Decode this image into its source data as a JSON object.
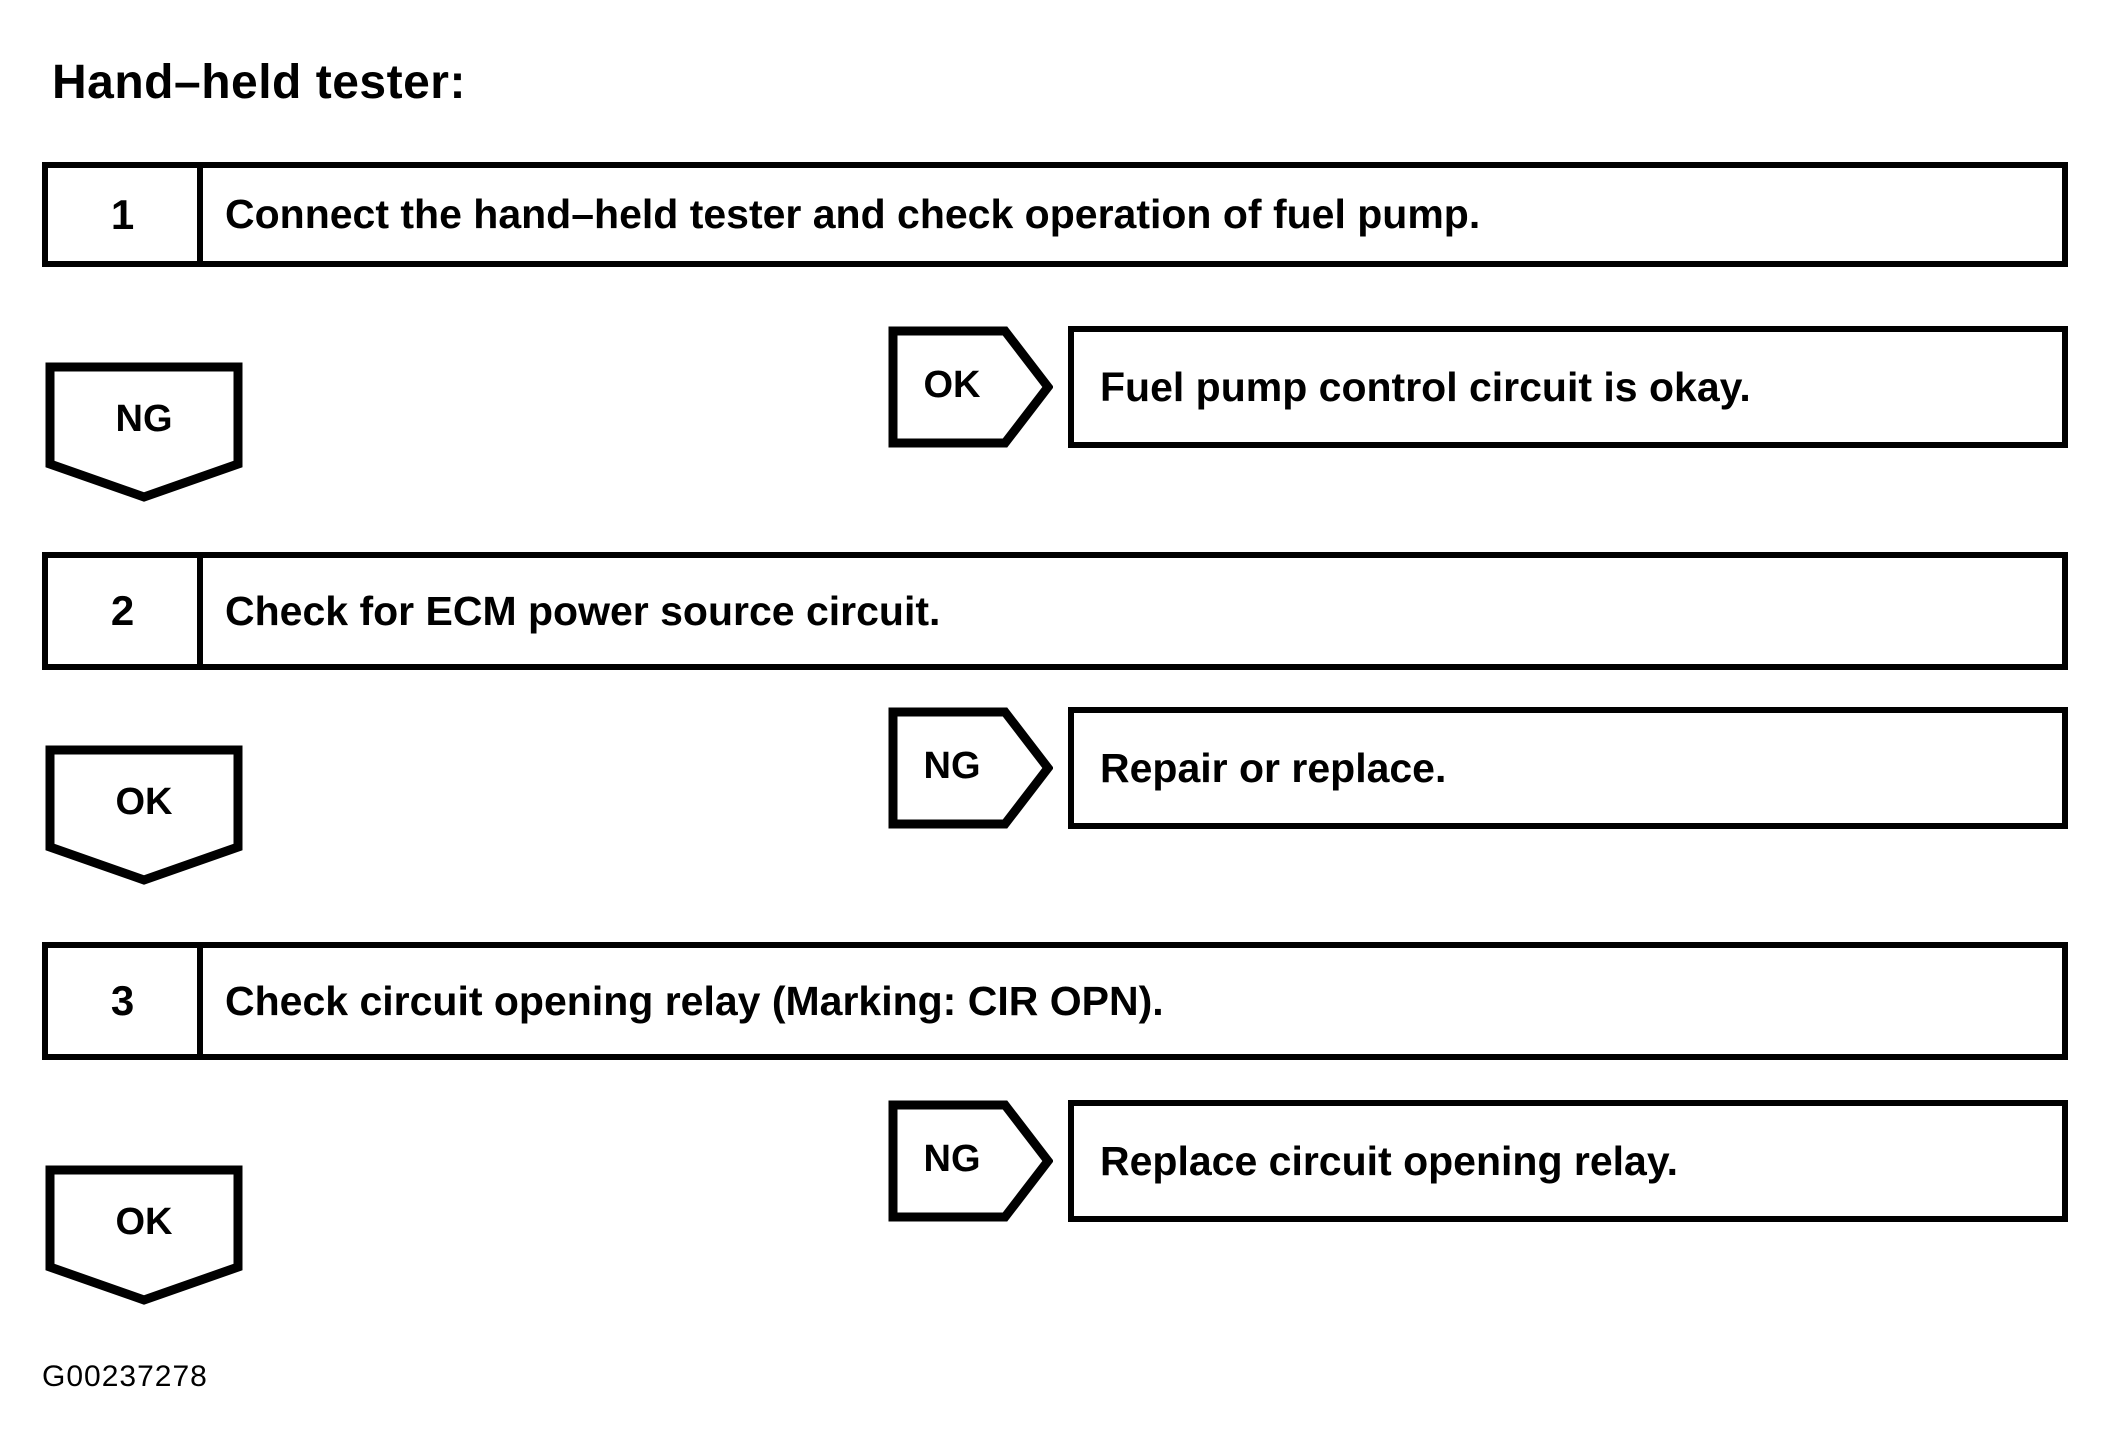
{
  "title": "Hand–held tester:",
  "reference_code": "G00237278",
  "colors": {
    "ink": "#000000",
    "background": "#ffffff"
  },
  "steps": [
    {
      "number": "1",
      "text": "Connect the hand–held tester and check operation of fuel pump."
    },
    {
      "number": "2",
      "text": "Check for ECM power source circuit."
    },
    {
      "number": "3",
      "text": "Check circuit opening relay (Marking: CIR OPN)."
    }
  ],
  "branches": [
    {
      "down_label": "NG",
      "side_label": "OK",
      "side_result": "Fuel pump control circuit is okay."
    },
    {
      "down_label": "OK",
      "side_label": "NG",
      "side_result": "Repair or replace."
    },
    {
      "down_label": "OK",
      "side_label": "NG",
      "side_result": "Replace circuit opening relay."
    }
  ]
}
